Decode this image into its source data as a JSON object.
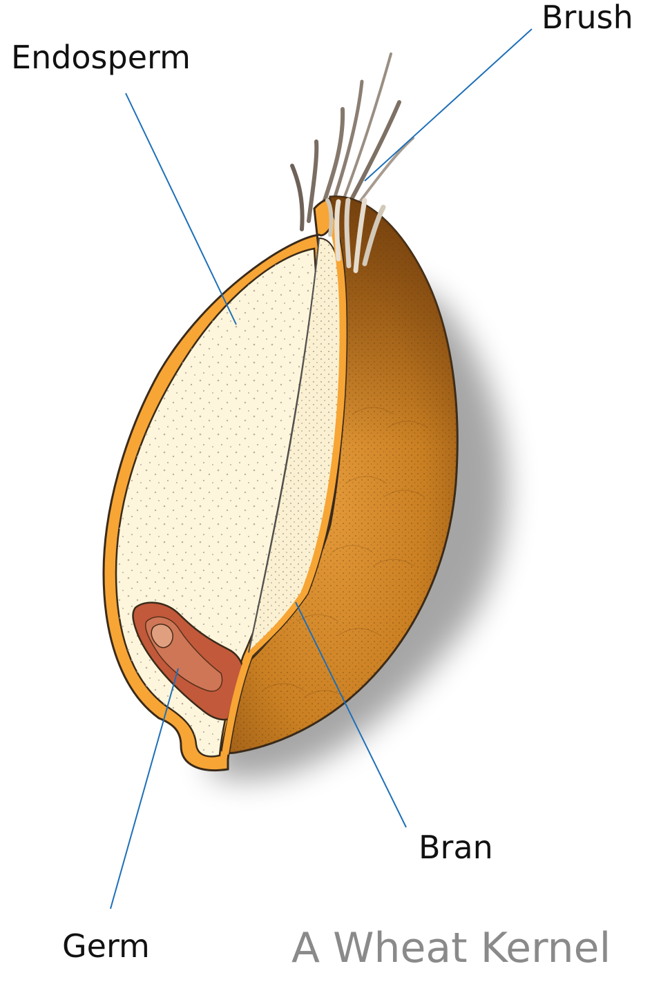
{
  "labels": {
    "endosperm": "Endosperm",
    "brush": "Brush",
    "bran": "Bran",
    "germ": "Germ"
  },
  "title": "A Wheat Kernel",
  "colors": {
    "leader_line": "#1d6fb8",
    "bran_outer": "#f7a535",
    "bran_inner": "#b8701e",
    "endosperm": "#fdf6dc",
    "germ": "#c2593a",
    "brush_hair": "#8a7e72",
    "outline": "#3a2a1a",
    "title_text": "#8a8a8a"
  }
}
